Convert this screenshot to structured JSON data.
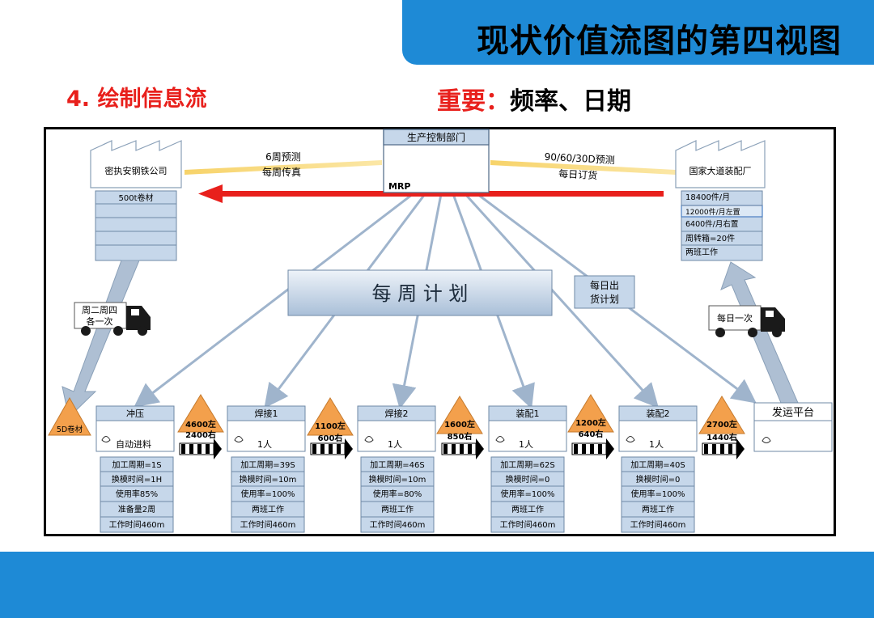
{
  "header": {
    "title": "现状价值流图的第四视图"
  },
  "step": {
    "title": "4. 绘制信息流"
  },
  "important": {
    "label": "重要：",
    "text": "频率、日期"
  },
  "diagram": {
    "supplier": {
      "name": "密执安钢铁公司",
      "info": [
        "500t卷材"
      ]
    },
    "customer": {
      "name": "国家大道装配厂",
      "info": [
        "18400件/月",
        "12000件/月左置",
        "6400件/月右置",
        "周转箱=20件",
        "两班工作"
      ]
    },
    "control": {
      "title": "生产控制部门",
      "system": "MRP"
    },
    "supplier_comm": {
      "line1": "6周预测",
      "line2": "每周传真"
    },
    "customer_comm": {
      "line1": "90/60/30D预测",
      "line2": "每日订货"
    },
    "weekly_plan": "每 周 计 划",
    "daily_ship": {
      "line1": "每日出",
      "line2": "货计划"
    },
    "supplier_truck": {
      "line1": "周二周四",
      "line2": "各一次"
    },
    "customer_truck": {
      "label": "每日一次"
    },
    "raw_inventory": "5D卷材",
    "processes": [
      {
        "name": "冲压",
        "sub": "自动进料",
        "data": [
          "加工周期=1S",
          "换模时间=1H",
          "使用率85%",
          "准备量2周",
          "工作时间460m"
        ]
      },
      {
        "name": "焊接1",
        "sub": "1人",
        "data": [
          "加工周期=39S",
          "换模时间=10m",
          "使用率=100%",
          "两班工作",
          "工作时间460m"
        ]
      },
      {
        "name": "焊接2",
        "sub": "1人",
        "data": [
          "加工周期=46S",
          "换模时间=10m",
          "使用率=80%",
          "两班工作",
          "工作时间460m"
        ]
      },
      {
        "name": "装配1",
        "sub": "1人",
        "data": [
          "加工周期=62S",
          "换模时间=0",
          "使用率=100%",
          "两班工作",
          "工作时间460m"
        ]
      },
      {
        "name": "装配2",
        "sub": "1人",
        "data": [
          "加工周期=40S",
          "换模时间=0",
          "使用率=100%",
          "两班工作",
          "工作时间460m"
        ]
      }
    ],
    "inventories": [
      {
        "left": "4600左",
        "right": "2400右"
      },
      {
        "left": "1100左",
        "right": "600右"
      },
      {
        "left": "1600左",
        "right": "850右"
      },
      {
        "left": "1200左",
        "right": "640右"
      },
      {
        "left": "2700左",
        "right": "1440右"
      }
    ],
    "shipping": {
      "name": "发运平台"
    }
  },
  "colors": {
    "banner": "#1e8ad6",
    "accent_red": "#e8201c",
    "process_fill": "#c6d7ea",
    "inventory_triangle": "#f3a04c",
    "flow_arrow": "#aebfd3"
  }
}
